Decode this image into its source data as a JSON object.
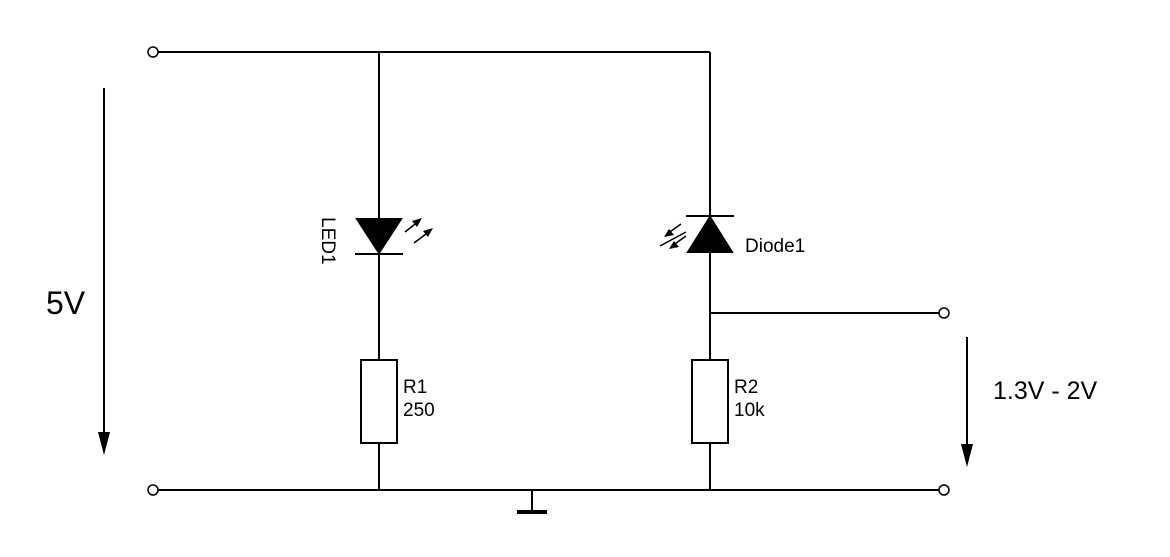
{
  "labels": {
    "supply_voltage": "5V",
    "output_range": "1.3V - 2V"
  },
  "components": {
    "led": {
      "designator": "LED1"
    },
    "diode": {
      "designator": "Diode1"
    },
    "r1": {
      "designator": "R1",
      "value": "250"
    },
    "r2": {
      "designator": "R2",
      "value": "10k"
    }
  },
  "colors": {
    "line": "#000000",
    "background": "#ffffff"
  }
}
